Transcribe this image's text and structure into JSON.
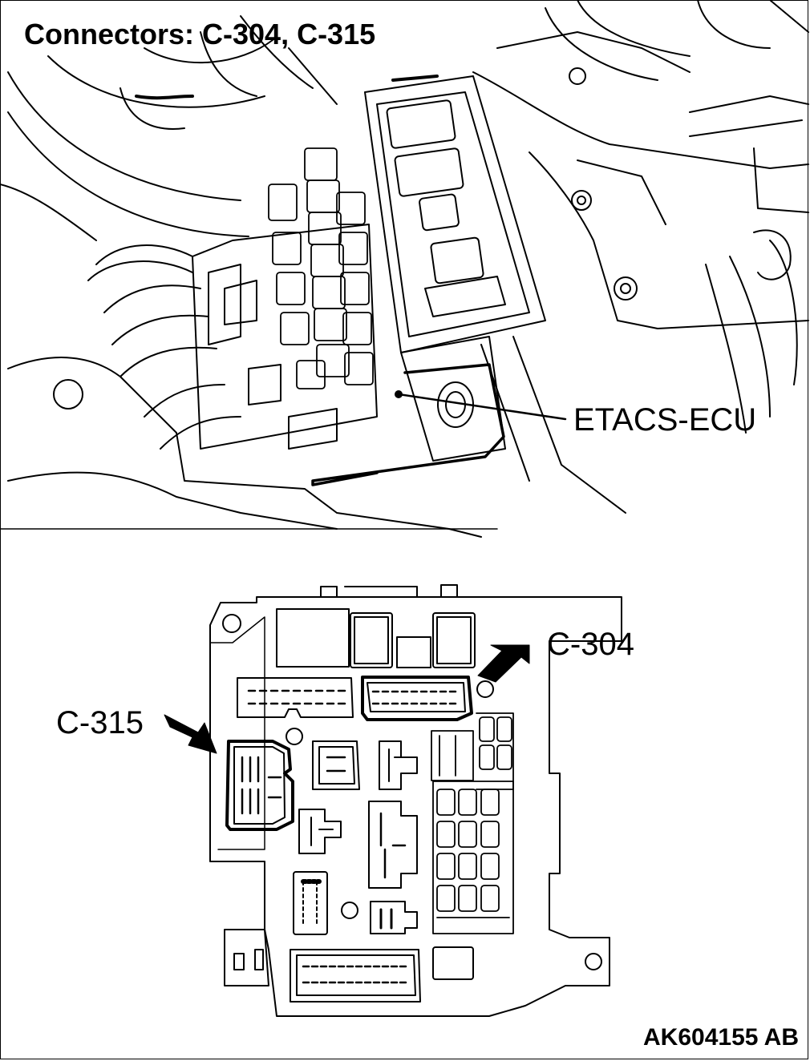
{
  "title": "Connectors:  C-304, C-315",
  "labels": {
    "ecu": "ETACS-ECU",
    "c304": "C-304",
    "c315": "C-315"
  },
  "figure_code": "AK604155 AB",
  "colors": {
    "line": "#000000",
    "background": "#ffffff"
  }
}
